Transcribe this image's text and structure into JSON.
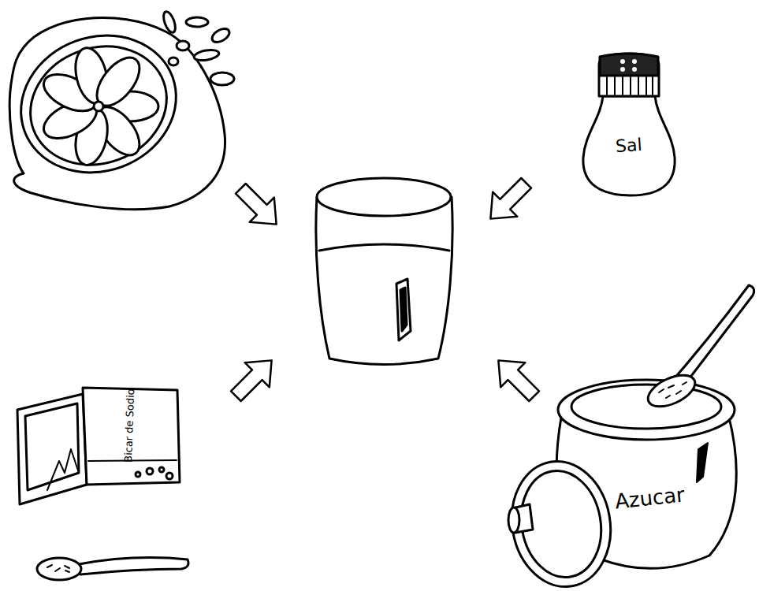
{
  "diagram": {
    "labels": [
      "Sal",
      "Azucar",
      "Bicar de Sodio"
    ]
  }
}
